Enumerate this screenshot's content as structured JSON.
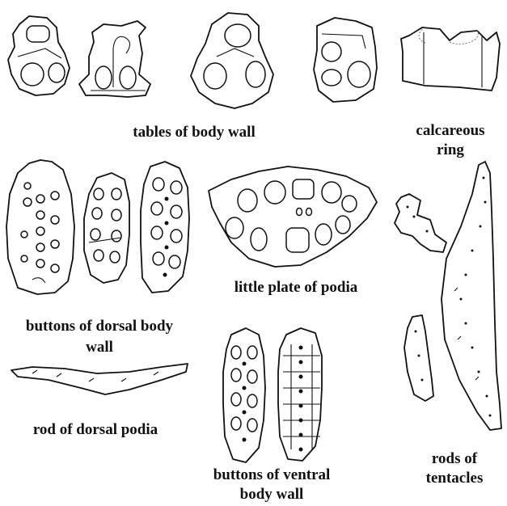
{
  "labels": {
    "tables": "tables of body wall",
    "calcareous_line1": "calcareous",
    "calcareous_line2": "ring",
    "dorsal_buttons_line1": "buttons of dorsal body",
    "dorsal_buttons_line2": "wall",
    "little_plate": "little plate of podia",
    "rod_dorsal": "rod of dorsal podia",
    "ventral_buttons_line1": "buttons of ventral",
    "ventral_buttons_line2": "body wall",
    "rods_tentacles_line1": "rods of",
    "rods_tentacles_line2": "tentacles"
  },
  "colors": {
    "ink": "#111111",
    "background": "#ffffff"
  }
}
